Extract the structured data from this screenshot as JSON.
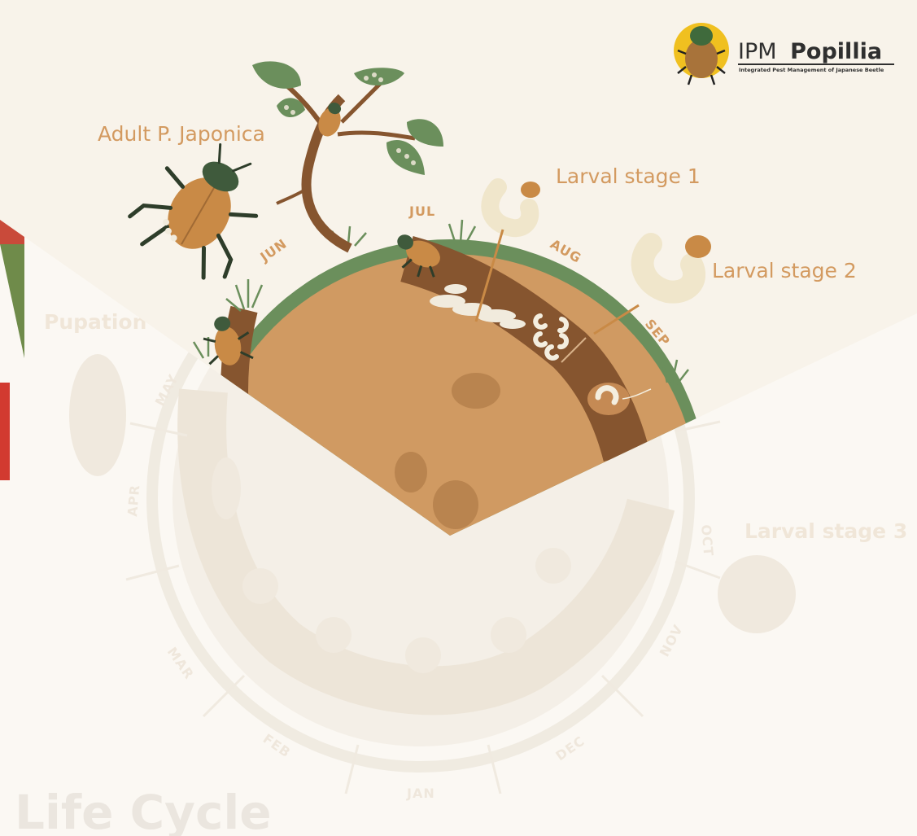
{
  "logo": {
    "prefix": "IPM",
    "name": "Popillia",
    "tagline": "Integrated Pest Management of Japanese Beetle",
    "icon": "beetle-icon"
  },
  "labels": {
    "adult": "Adult P. Japonica",
    "larval_1": "Larval stage 1",
    "larval_2": "Larval stage 2",
    "larval_3": "Larval stage 3",
    "pupation": "Pupation",
    "title": "Life Cycle"
  },
  "months": {
    "jun": "JUN",
    "jul": "JUL",
    "aug": "AUG",
    "sep": "SEP",
    "oct": "OCT",
    "nov": "NOV",
    "dec": "DEC",
    "jan": "JAN",
    "feb": "FEB",
    "mar": "MAR",
    "apr": "APR",
    "may": "MAY"
  },
  "colors": {
    "background": "#f8f4ec",
    "soil": "#d09a62",
    "soil_dark": "#86552f",
    "grass": "#6b8f5c",
    "label": "#d39a60",
    "faded": "#ece3d4",
    "beetle_body": "#c98a46",
    "beetle_head": "#3f5a3c"
  }
}
